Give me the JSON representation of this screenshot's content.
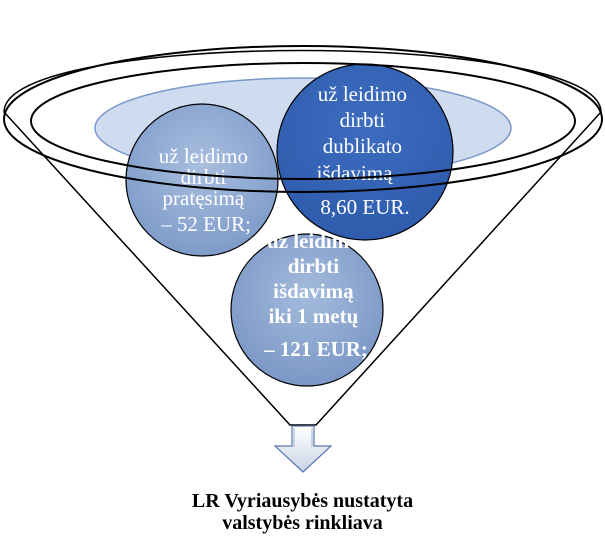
{
  "funnel": {
    "items": [
      {
        "lines": [
          "už leidimo",
          "dirbti",
          "pratęsimą",
          "– 52 EUR;"
        ]
      },
      {
        "lines": [
          "už leidimo",
          "dirbti",
          "dublikato",
          "išdavimą –",
          "8,60 EUR."
        ]
      },
      {
        "lines": [
          "už leidimo",
          "dirbti",
          "išdavimą",
          "iki 1 metų",
          "– 121 EUR;"
        ]
      }
    ]
  },
  "caption": {
    "line1": "LR Vyriausybės nustatyta",
    "line2": "valstybės rinkliava"
  }
}
